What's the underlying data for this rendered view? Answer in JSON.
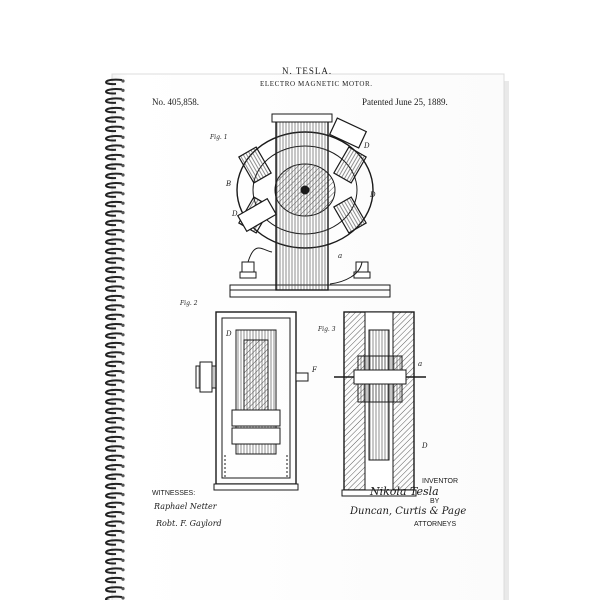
{
  "patent": {
    "inventor_name": "N. TESLA.",
    "title": "ELECTRO MAGNETIC MOTOR.",
    "number": "No. 405,858.",
    "patented": "Patented June 25, 1889."
  },
  "figures": {
    "fig1": "Fig. 1",
    "fig2": "Fig. 2",
    "fig3": "Fig. 3"
  },
  "signatures": {
    "witnesses_label": "WITNESSES:",
    "witness1": "Raphael Netter",
    "witness2": "Robt. F. Gaylord",
    "inventor_label": "INVENTOR",
    "inventor_signature": "Nikola Tesla",
    "by_label": "BY",
    "attorneys_signature": "Duncan, Curtis & Page",
    "attorneys_label": "ATTORNEYS"
  },
  "colors": {
    "background": "#ffffff",
    "paper": "#ffffff",
    "ink": "#1a1a1a",
    "spiral": "#222222"
  }
}
